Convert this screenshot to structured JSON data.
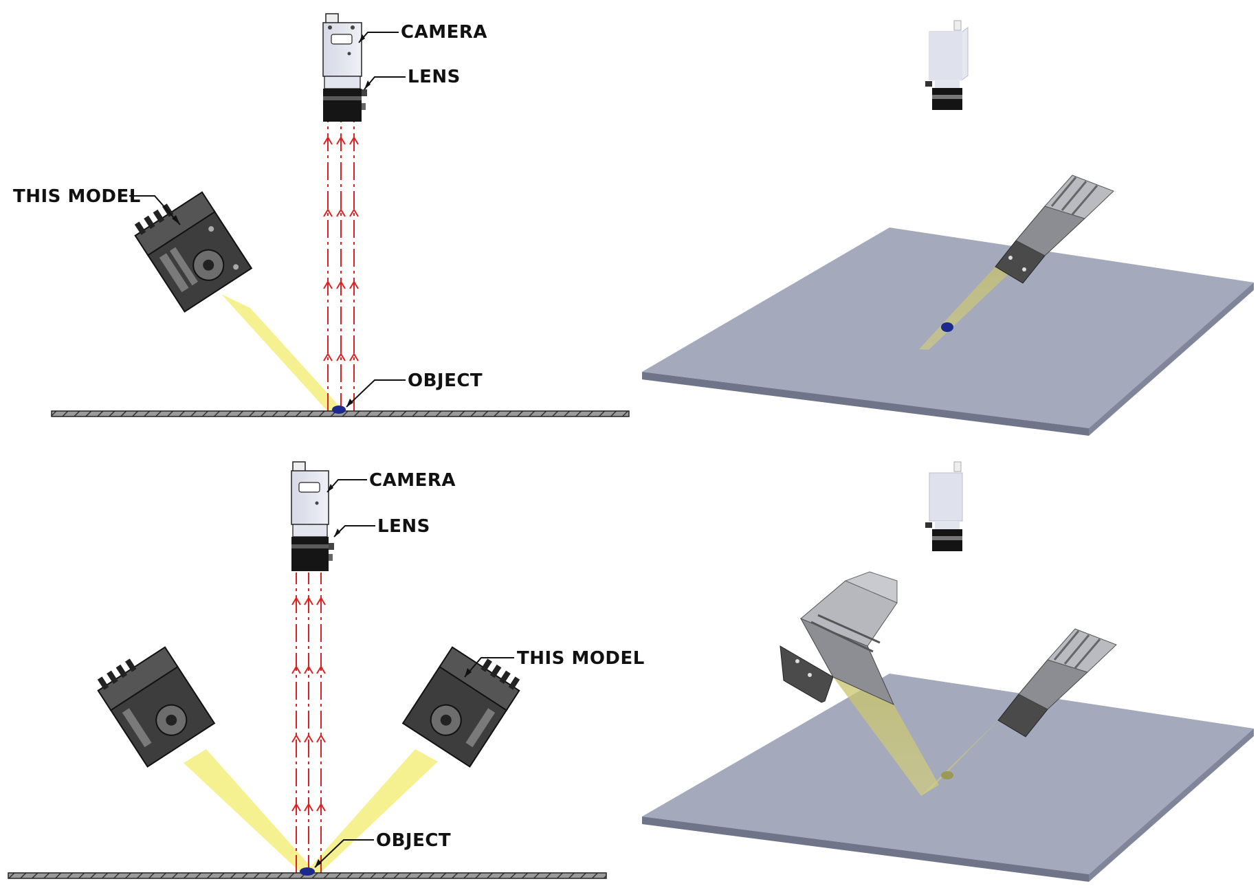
{
  "panel_top_2d": {
    "labels": {
      "camera": "CAMERA",
      "lens": "LENS",
      "this_model": "THIS MODEL",
      "object": "OBJECT"
    }
  },
  "panel_bottom_2d": {
    "labels": {
      "camera": "CAMERA",
      "lens": "LENS",
      "this_model": "THIS MODEL",
      "object": "OBJECT"
    }
  },
  "colors": {
    "light_beam": "#f5f08a",
    "ray_red": "#e02020",
    "plate_3d": "#a4a9bc",
    "object_blue": "#1b2a8c",
    "device_dark": "#3a3a3a",
    "ground_hatch": "#555555"
  },
  "icons": [
    "camera-icon",
    "lens-icon",
    "light-module-icon",
    "object-icon",
    "ground-plate-icon"
  ]
}
